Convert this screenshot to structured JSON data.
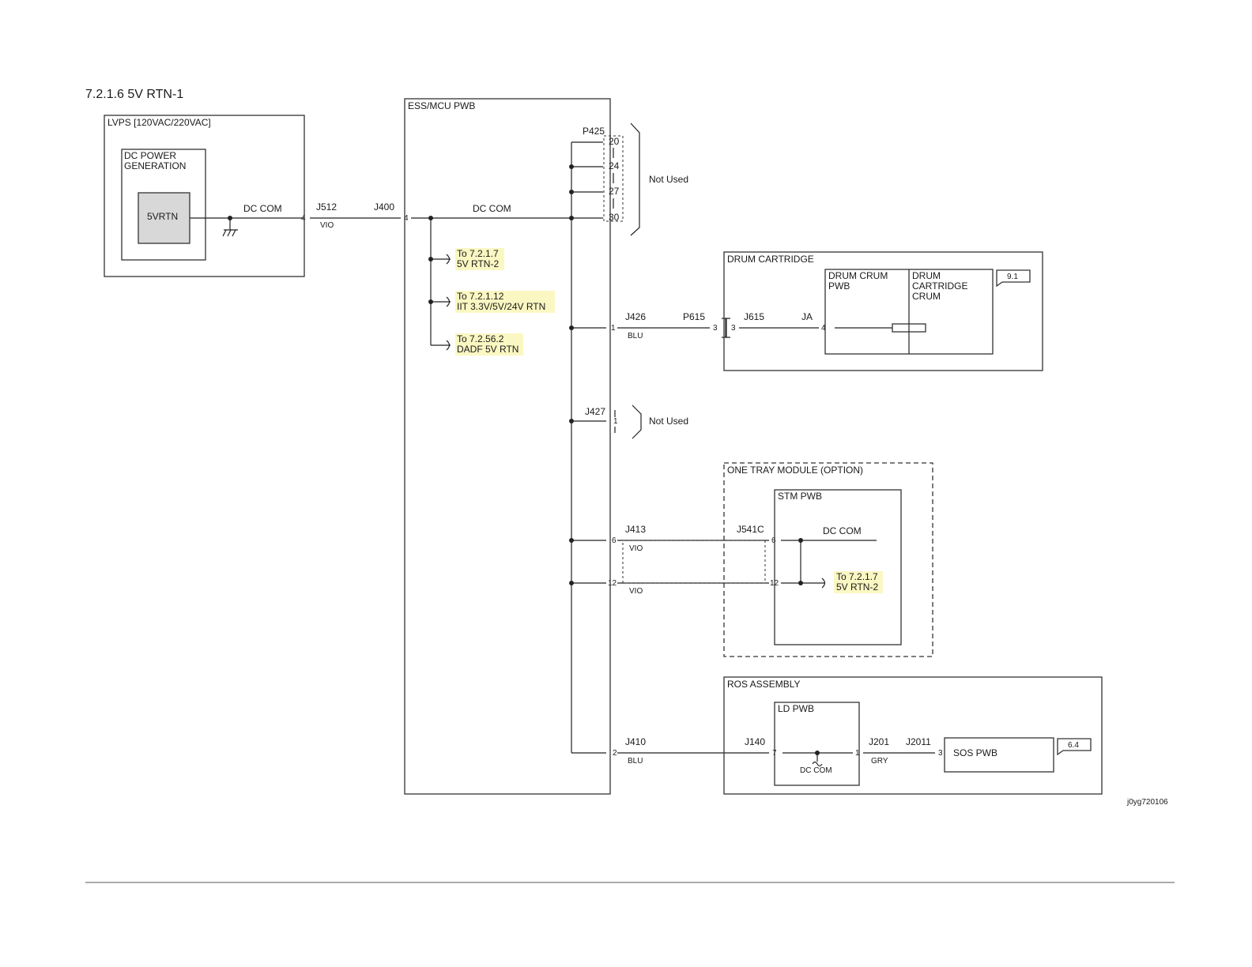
{
  "title": "7.2.1.6 5V RTN-1",
  "figure_id": "j0yg720106",
  "lvps": {
    "label": "LVPS [120VAC/220VAC]",
    "dc_power_label_1": "DC POWER",
    "dc_power_label_2": "GENERATION",
    "rtn_label": "5VRTN",
    "dc_com_label": "DC COM",
    "pin": "4"
  },
  "harness_main": {
    "j512": "J512",
    "vio": "VIO",
    "j400": "J400",
    "pin": "4",
    "dc_com": "DC COM"
  },
  "ess": {
    "label": "ESS/MCU PWB"
  },
  "p425": {
    "label": "P425",
    "pins": [
      "20",
      "24",
      "27",
      "30"
    ],
    "not_used": "Not Used"
  },
  "refs": [
    {
      "line1": "To 7.2.1.7",
      "line2": "5V RTN-2"
    },
    {
      "line1": "To 7.2.1.12",
      "line2": "IIT 3.3V/5V/24V RTN"
    },
    {
      "line1": "To 7.2.56.2",
      "line2": "DADF 5V RTN"
    }
  ],
  "drum": {
    "label": "DRUM CARTRIDGE",
    "crum_pwb_1": "DRUM CRUM",
    "crum_pwb_2": "PWB",
    "crum_1": "DRUM",
    "crum_2": "CARTRIDGE",
    "crum_3": "CRUM",
    "ref_tag": "9.1",
    "j426": "J426",
    "pin_j426": "1",
    "wire": "BLU",
    "p615": "P615",
    "pin_p615": "3",
    "j615": "J615",
    "pin_j615": "3",
    "ja": "JA",
    "pin_ja": "4"
  },
  "j427": {
    "label": "J427",
    "pin": "1",
    "not_used": "Not Used"
  },
  "tray": {
    "label": "ONE TRAY MODULE (OPTION)",
    "stm": "STM PWB",
    "j413": "J413",
    "pin_a": "6",
    "pin_b": "12",
    "wire": "VIO",
    "j541c": "J541C",
    "pin_c": "6",
    "pin_d": "12",
    "dc_com": "DC COM",
    "ref_line1": "To 7.2.1.7",
    "ref_line2": "5V RTN-2"
  },
  "ros": {
    "label": "ROS ASSEMBLY",
    "ld": "LD PWB",
    "j410": "J410",
    "pin_j410": "2",
    "wire_1": "BLU",
    "j140": "J140",
    "pin_j140": "7",
    "dc_com": "DC COM",
    "pin_j201": "1",
    "j201": "J201",
    "wire_2": "GRY",
    "j2011": "J2011",
    "pin_j2011": "3",
    "sos": "SOS PWB",
    "ref_tag": "6.4"
  }
}
